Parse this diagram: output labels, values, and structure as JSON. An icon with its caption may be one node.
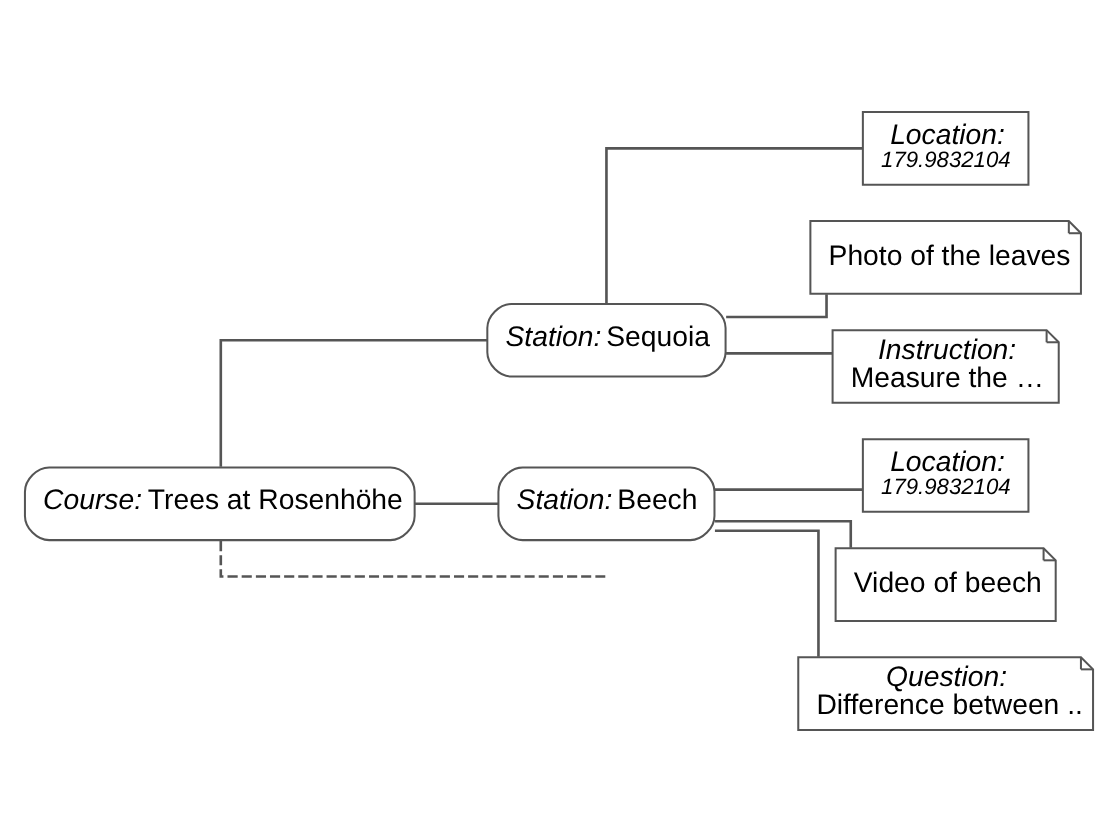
{
  "diagram": {
    "nodes": [
      {
        "text": [
          "*Course:* Trees at Rosenhöhe"
        ]
      },
      {
        "text": [
          "*Station:* Sequoia"
        ]
      },
      {
        "text": [
          "Location:",
          "179.9832104"
        ]
      },
      {
        "text": [
          "Photo of the leaves"
        ]
      },
      {
        "text": [
          "Instruction:",
          "Measure the …"
        ]
      },
      {
        "text": [
          "*Station:* Beech"
        ]
      },
      {
        "text": [
          "Location:",
          "179.9832104"
        ]
      },
      {
        "text": [
          "Video of beech"
        ]
      },
      {
        "text": [
          "Question:",
          "Difference between .."
        ]
      }
    ],
    "edges": [
      {
        "from": 0,
        "to": 1,
        "arrow": "none"
      },
      {
        "from": 1,
        "to": 2,
        "arrow": "none"
      },
      {
        "from": 1,
        "to": 3,
        "arrow": "none"
      },
      {
        "from": 1,
        "to": 4,
        "arrow": "none"
      },
      {
        "from": 0,
        "to": 5,
        "arrow": "none"
      },
      {
        "from": 5,
        "to": 6,
        "arrow": "none"
      },
      {
        "from": 5,
        "to": 7,
        "arrow": "none"
      },
      {
        "from": 5,
        "to": 8,
        "arrow": "none"
      },
      {
        "from": 0,
        "to": null,
        "arrow": "none",
        "style": "dashed"
      }
    ]
  }
}
